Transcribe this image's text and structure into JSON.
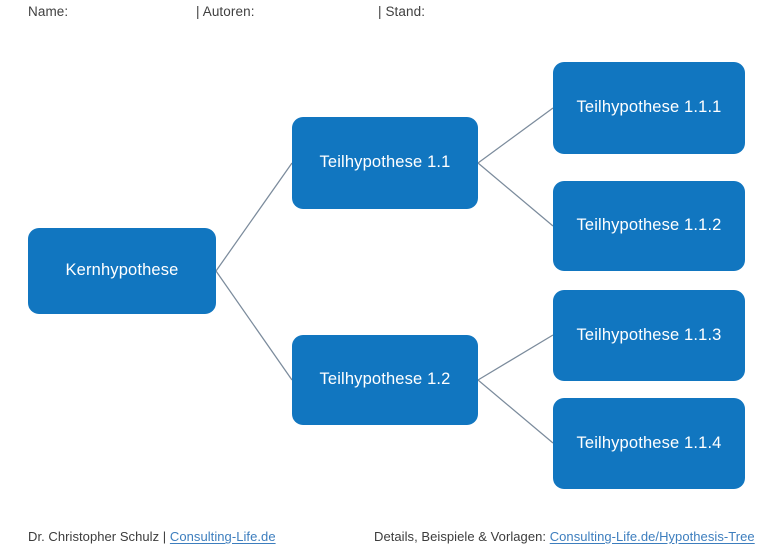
{
  "header": {
    "name_label": "Name:",
    "authors_label": "| Autoren:",
    "date_label": "| Stand:"
  },
  "theme": {
    "node_fill": "#1176c0",
    "node_text": "#ffffff",
    "connector_color": "#7b8b9c",
    "link_color": "#3d7ebe",
    "page_background": "#ffffff"
  },
  "tree": {
    "root": {
      "label": "Kernhypothese"
    },
    "level2": [
      {
        "label": "Teilhypothese 1.1"
      },
      {
        "label": "Teilhypothese 1.2"
      }
    ],
    "level3": [
      {
        "label": "Teilhypothese 1.1.1"
      },
      {
        "label": "Teilhypothese 1.1.2"
      },
      {
        "label": "Teilhypothese 1.1.3"
      },
      {
        "label": "Teilhypothese 1.1.4"
      }
    ]
  },
  "footer": {
    "left_text": "Dr. Christopher Schulz | ",
    "left_link": "Consulting-Life.de",
    "right_text": "Details, Beispiele & Vorlagen: ",
    "right_link": "Consulting-Life.de/Hypothesis-Tree"
  }
}
